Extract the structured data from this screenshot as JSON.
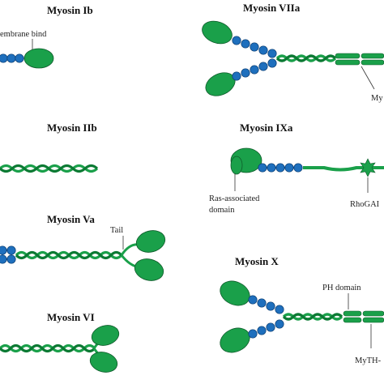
{
  "colors": {
    "head": "#1aa04a",
    "light_chain": "#1e6fbd",
    "tail": "#1aa04a",
    "tail_dark": "#0b7a33",
    "outline": "#0e5a2a",
    "text": "#111111",
    "background": "#ffffff"
  },
  "panels": [
    {
      "title": "Myosin Ib",
      "labels": [
        "embrane bind"
      ]
    },
    {
      "title": "Myosin VIIa",
      "labels": [
        "My"
      ]
    },
    {
      "title": "Myosin IIb",
      "labels": []
    },
    {
      "title": "Myosin IXa",
      "labels": [
        "Ras-associated",
        "domain",
        "RhoGAI"
      ]
    },
    {
      "title": "Myosin Va",
      "labels": [
        "Tail"
      ]
    },
    {
      "title": "Myosin X",
      "labels": [
        "PH domain",
        "MyTH-"
      ]
    },
    {
      "title": "Myosin VI",
      "labels": []
    }
  ]
}
